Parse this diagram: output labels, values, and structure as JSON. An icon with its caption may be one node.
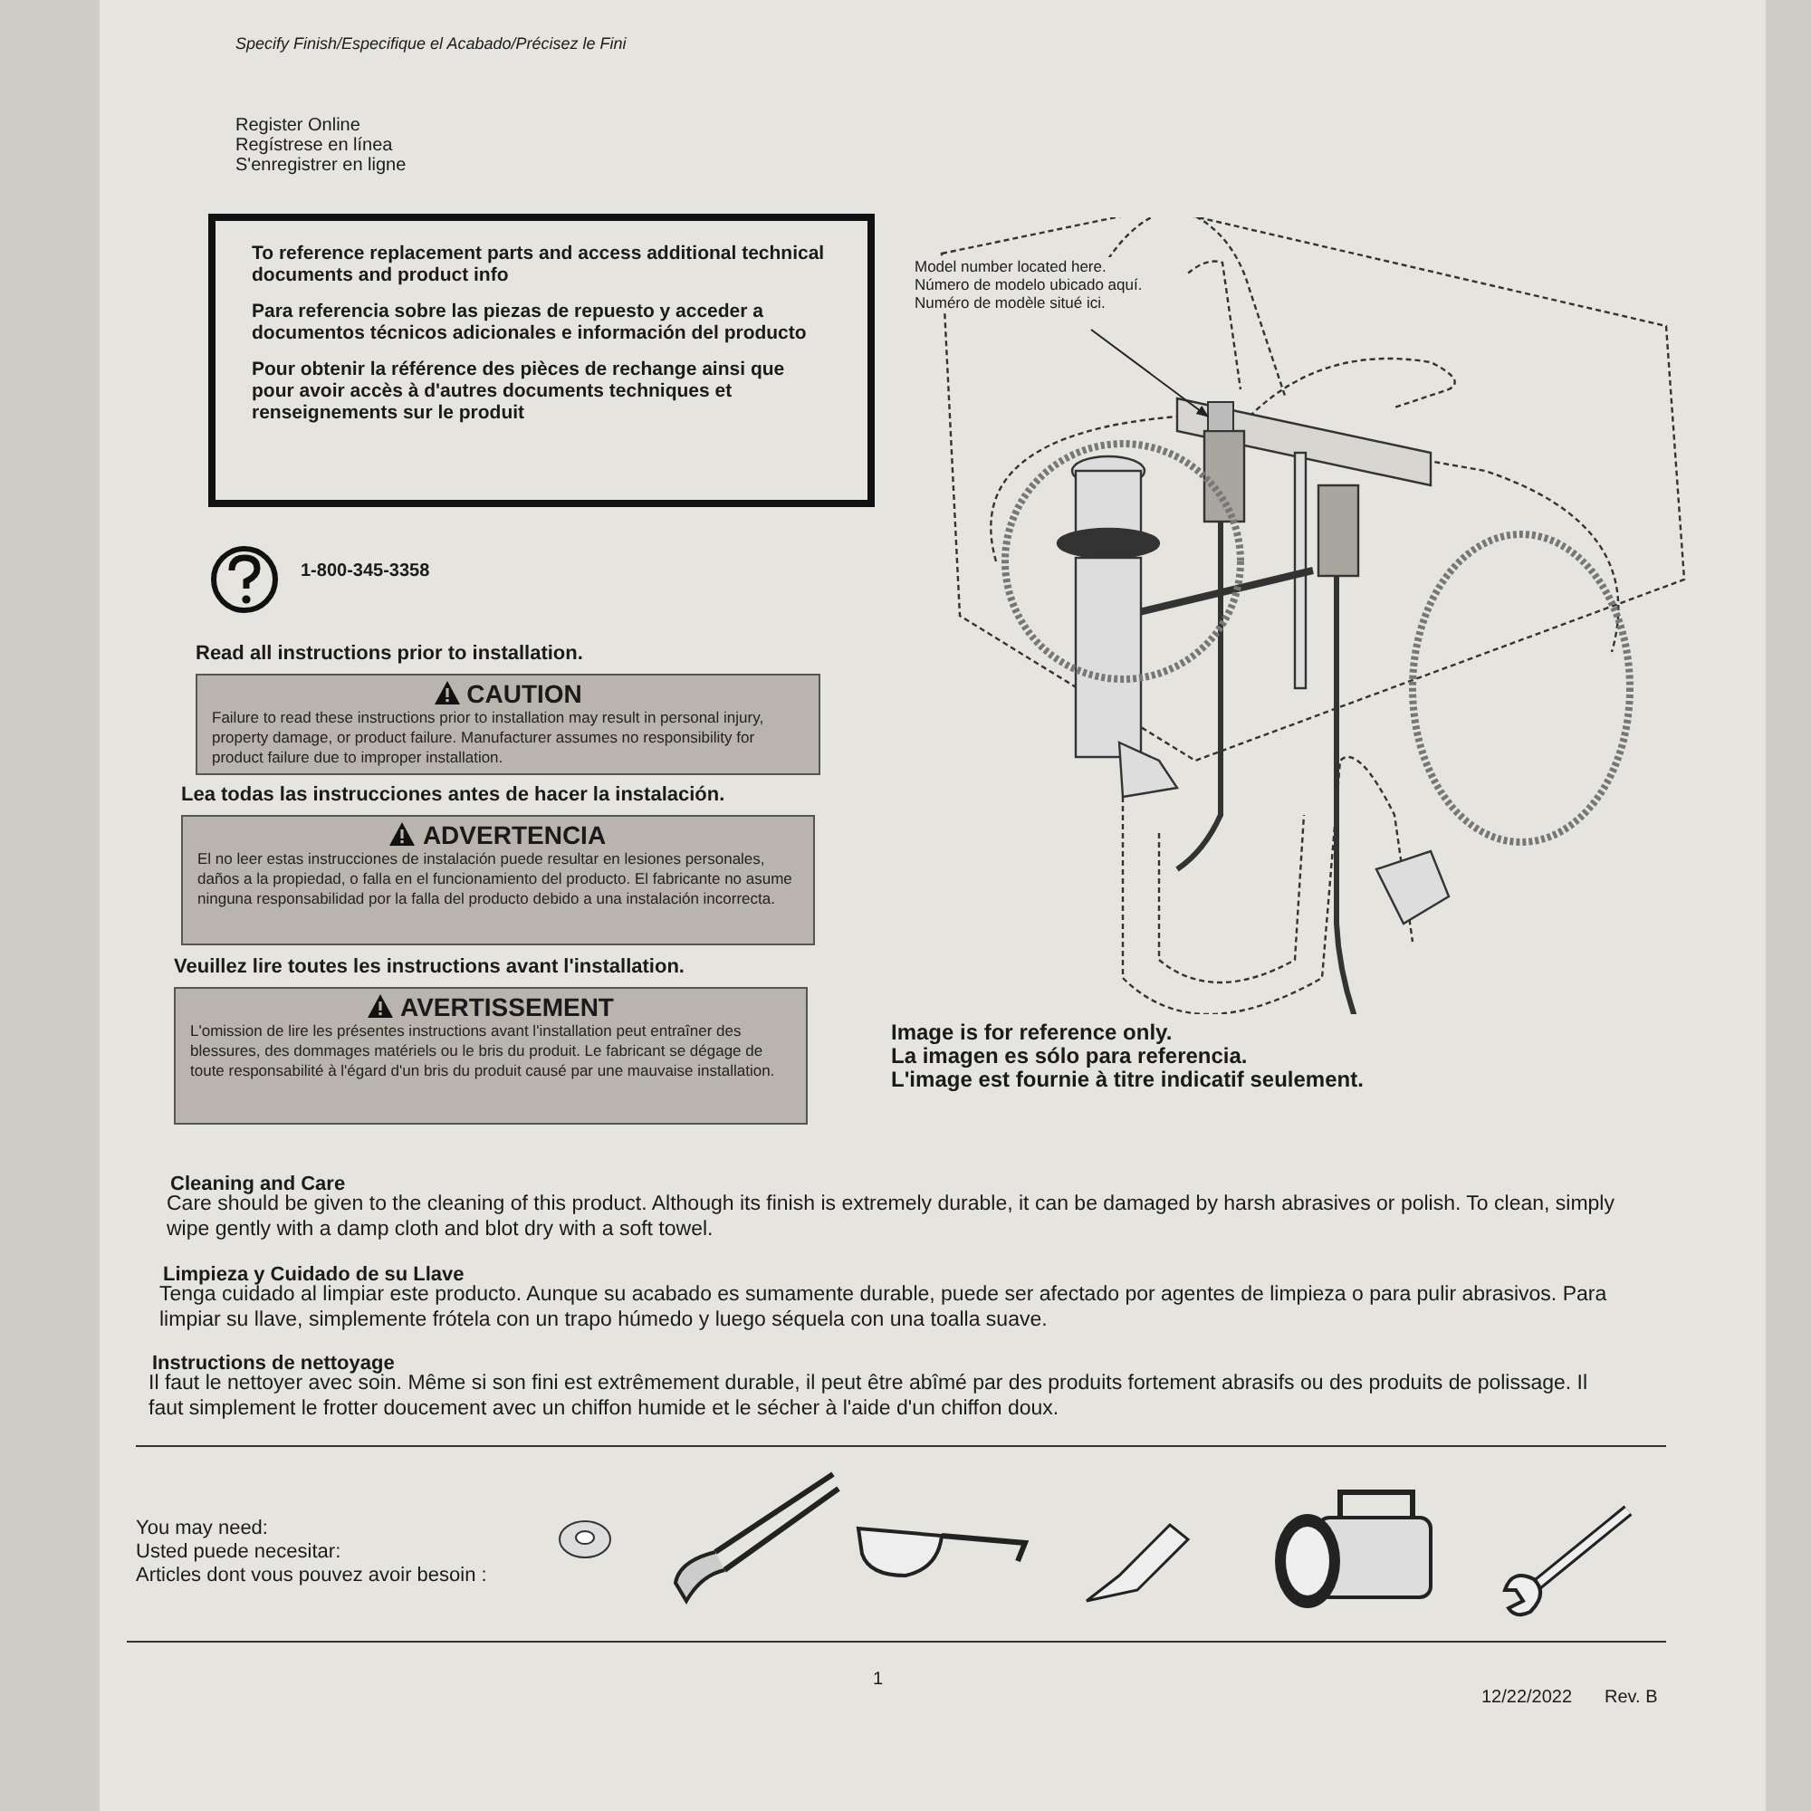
{
  "diagram": {
    "nodes": [
      {
        "text": [
          "To reference replacement parts and access additional technical documents and product info",
          "Para referencia sobre las piezas de repuesto y acceder a documentos técnicos adicionales e información del producto",
          "Pour obtenir la référence des pièces de rechange ainsi que pour avoir accès à d'autres documents techniques et renseignements sur le produit"
        ]
      },
      {
        "text": [
          "Read all instructions prior to installation.",
          "CAUTION",
          "Failure to read these instructions prior to installation may result in personal injury, property damage, or product failure. Manufacturer assumes no responsibility for product failure due to improper installation."
        ]
      },
      {
        "text": [
          "Lea todas las instrucciones antes de hacer la instalación.",
          "ADVERTENCIA",
          "El no leer estas instrucciones de instalación puede resultar en lesiones personales, daños a la propiedad, o falla en el funcionamiento del producto. El fabricante no asume ninguna responsabilidad por la falla del producto debido a una instalación incorrecta."
        ]
      },
      {
        "text": [
          "Veuillez lire toutes les instructions avant l'installation.",
          "AVERTISSEMENT",
          "L'omission de lire les présentes instructions avant l'installation peut entraîner des blessures, des dommages matériels ou le bris du produit. Le fabricant se dégage de toute responsabilité à l'égard d'un bris du produit causé par une mauvaise installation."
        ]
      },
      {
        "text": [
          "Model number located here.",
          "Número de modelo ubicado aquí.",
          "Numéro de modèle situé ici."
        ]
      },
      {
        "text": [],
        "shape": "box"
      }
    ],
    "edges": [
      {
        "from": 4,
        "to": 5,
        "arrow": "to"
      }
    ],
    "labels": [
      "Specify Finish/Especifique el Acabado/Précisez le Fini",
      "Register Online",
      "Regístrese en línea",
      "S'enregistrer en ligne",
      "1-800-345-3358",
      "Image is for reference only.",
      "La imagen es sólo para referencia.",
      "L'image est fournie à titre indicatif seulement.",
      "Cleaning and Care",
      "Care should be given to the cleaning of this product. Although its finish is extremely durable, it can be damaged by harsh abrasives or polish. To clean, simply wipe gently with a damp cloth and blot dry with a soft towel.",
      "Limpieza y Cuidado de su Llave",
      "Tenga cuidado al limpiar este producto. Aunque su acabado es sumamente durable, puede ser afectado por agentes de limpieza o para pulir abrasivos. Para limpiar su llave, simplemente frótela con un trapo húmedo y luego séquela con una toalla suave.",
      "Instructions de nettoyage",
      "Il faut le nettoyer avec soin. Même si son fini est extrêmement durable, il peut être abîmé par des produits fortement abrasifs ou des produits de polissage. Il faut simplement le frotter doucement avec un chiffon humide et le sécher à l'aide d'un chiffon doux.",
      "You may need:",
      "Usted puede necesitar:",
      "Articles dont vous pouvez avoir besoin :",
      "1",
      "12/22/2022",
      "Rev. B"
    ]
  }
}
